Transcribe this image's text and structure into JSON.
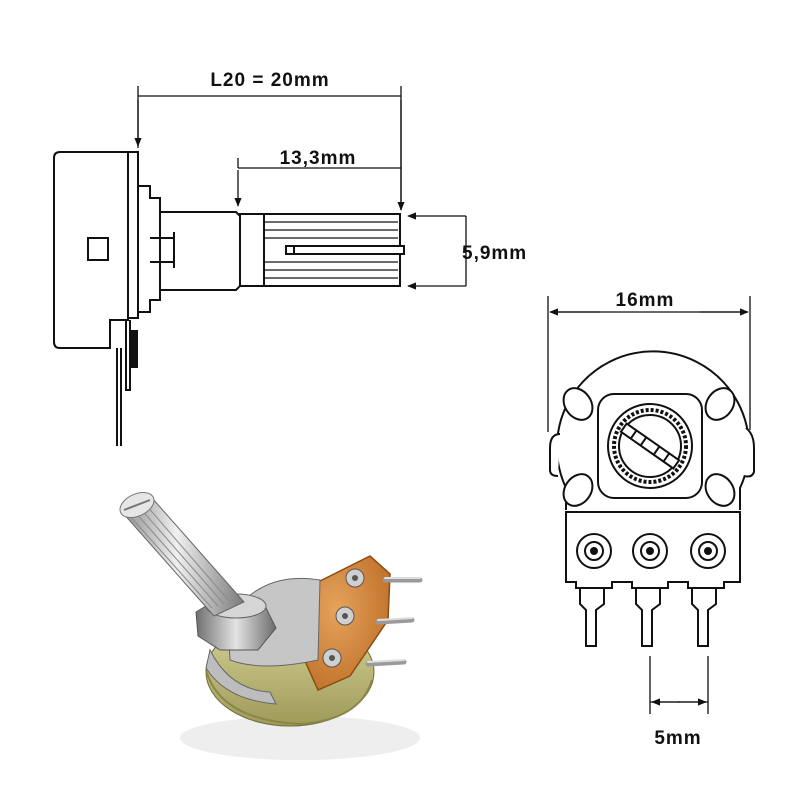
{
  "dimensions": {
    "overall_length": "L20 = 20mm",
    "shaft_length": "13,3mm",
    "shaft_diameter": "5,9mm",
    "body_width": "16mm",
    "pin_pitch": "5mm"
  },
  "colors": {
    "line": "#111111",
    "background": "#ffffff",
    "pcb_orange": "#c8752a",
    "metal": "#c9c9c9"
  }
}
